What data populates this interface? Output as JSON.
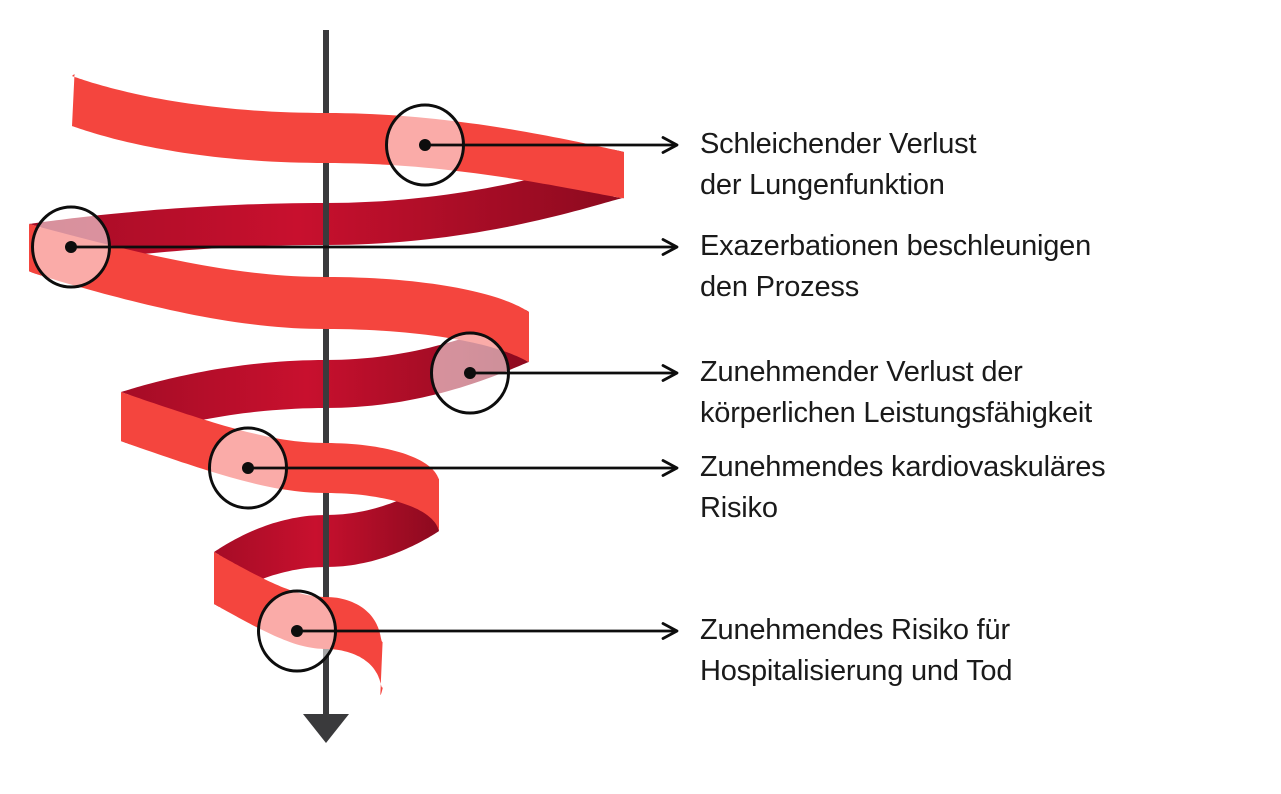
{
  "diagram": {
    "kind": "downward-spiral-with-callouts",
    "callouts": [
      {
        "lines": [
          "Schleichender Verlust",
          "der Lungenfunktion"
        ]
      },
      {
        "lines": [
          "Exazerbationen beschleunigen",
          "den Prozess"
        ]
      },
      {
        "lines": [
          "Zunehmender Verlust der",
          "körperlichen Leistungsfähigkeit"
        ]
      },
      {
        "lines": [
          "Zunehmendes kardiovaskuläres",
          "Risiko"
        ]
      },
      {
        "lines": [
          "Zunehmendes Risiko für",
          "Hospitalisierung und Tod"
        ]
      }
    ]
  },
  "colors": {
    "ribbon_front": "#f4453e",
    "ribbon_back": "#c8102e",
    "ribbon_back_edge_dark": "#8c0a1f",
    "ribbon_back_edge_left": "#a50c26",
    "axis_arrow": "#3a3a3c",
    "callout_line": "#0d0d0d",
    "marker_fill": "#ffffff",
    "text": "#1a1a1a",
    "background": "#ffffff"
  }
}
